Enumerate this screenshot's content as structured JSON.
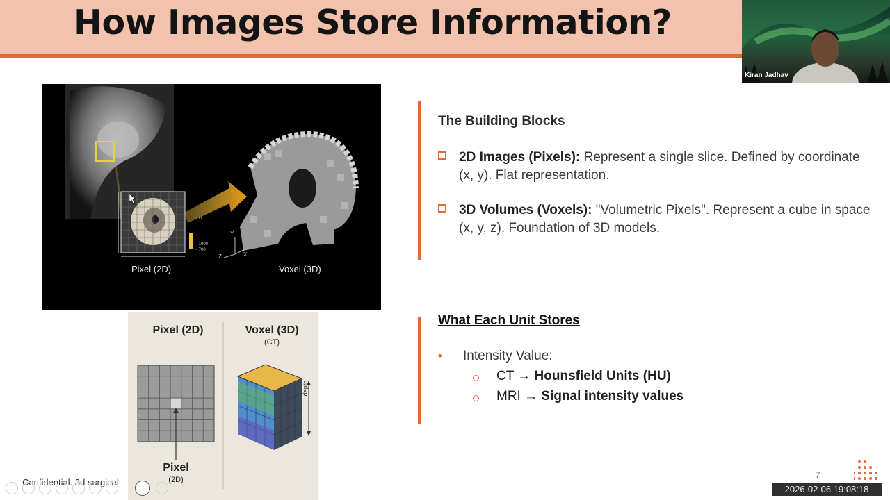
{
  "slide": {
    "title": "How Images Store Information?",
    "footer_left": "Confidential. 3d surgical",
    "page_number": "7"
  },
  "video": {
    "participant_name": "Kiran Jadhav"
  },
  "image": {
    "pixel_label": "Pixel (2D)",
    "voxel_label": "Voxel (3D)",
    "legend": [
      "- in",
      "- 1000",
      "- 700"
    ],
    "axis_labels": [
      "Y",
      "X",
      "Z"
    ]
  },
  "diagram": {
    "pixel_title": "Pixel (2D)",
    "voxel_title": "Voxel (3D)",
    "voxel_sub": "(CT)",
    "pixel_caption": "Pixel",
    "pixel_caption_sub": "(2D)",
    "depth_label": "depth"
  },
  "building_blocks": {
    "heading": "The Building Blocks",
    "items": [
      {
        "bold": "2D Images (Pixels):",
        "text": " Represent a single slice. Defined by coordinate (x, y). Flat representation."
      },
      {
        "bold": "3D Volumes (Voxels):",
        "text": " \"Volumetric Pixels\". Represent a cube in space (x, y, z). Foundation of 3D models."
      }
    ]
  },
  "unit_stores": {
    "heading": "What Each Unit Stores",
    "bullet": "Intensity Value:",
    "sub_items": [
      {
        "prefix": "CT → ",
        "bold": "Hounsfield Units (HU)"
      },
      {
        "prefix": "MRI → ",
        "bold": "Signal intensity values"
      }
    ]
  },
  "timestamp": "2026-02-06  19:08:18",
  "colors": {
    "accent": "#e0683f",
    "title_band": "#f3c2ad"
  }
}
